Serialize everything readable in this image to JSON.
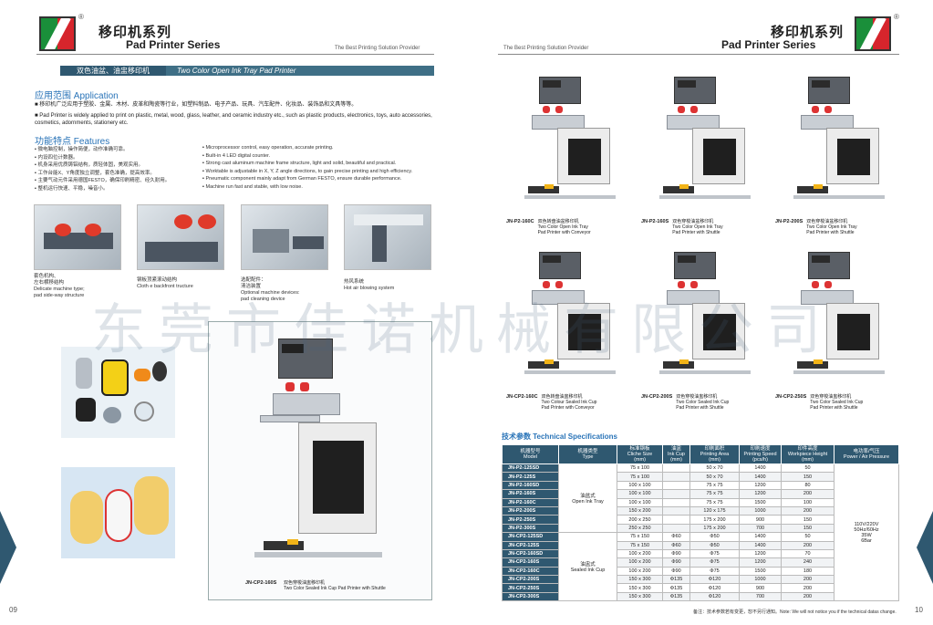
{
  "header_left": {
    "cn": "移印机系列",
    "en": "Pad Printer Series",
    "tagline": "The Best Printing Solution Provider",
    "reg": "®"
  },
  "header_right": {
    "cn": "移印机系列",
    "en": "Pad Printer Series",
    "tagline": "The Best Printing Solution Provider",
    "reg": "®"
  },
  "band": {
    "cn": "双色油盆、油盅移印机",
    "en": "Two Color Open Ink Tray Pad Printer"
  },
  "application": {
    "title_cn": "应用范围",
    "title_en": "Application",
    "cn": "移印机广泛应用于塑胶、金属、木材、皮革和陶瓷等行业，如塑料制品、电子产品、玩具、汽车配件、化妆品、装饰品和文具等等。",
    "en": "Pad Printer is widely applied to print on plastic, metal, wood, glass, leather, and ceramic industry etc., such as plastic products, electronics, toys, auto accessories, cosmetics, adornments, stationery etc."
  },
  "features": {
    "title_cn": "功能特点",
    "title_en": "Features",
    "cn": [
      "微电脑控制，操作简便，动作准确可靠。",
      "内设四位计数器。",
      "机身采用优质铸铝结构，质轻体固，美观实用。",
      "工作台能X、Y角度独立调整，套色准确，提高效率。",
      "主要气动元件采用德国FESTO，确保印刷精密、经久耐用。",
      "整机运行快速、平稳，噪音小。"
    ],
    "en": [
      "Microprocessor control, easy operation, accurate printing.",
      "Built-in 4 LED digital counter.",
      "Strong cast aluminum machine frame structure, light and solid, beautiful and practical.",
      "Worktable is adjustable in X, Y, Z angle directions, to gain precise printing and high efficiency.",
      "Pneumatic component mainly adapt from German FESTO, ensure durable performance.",
      "Machine run fast and stable, with low noise."
    ]
  },
  "details": [
    {
      "cn": "套色机构、\n左右横移结构",
      "en": "Delicate machine type;\npad side-way structure"
    },
    {
      "cn": "钢板顶紧滚动结构",
      "en": "Cloth e backfront tructure"
    },
    {
      "cn": "选配配件：\n清洁装置",
      "en": "Optional machine devices:\npad cleaning device"
    },
    {
      "cn": "热风系统",
      "en": "Hot air blowing system"
    }
  ],
  "featured_machine": {
    "model": "JN-CP2-160S",
    "cn": "双色穿梭油盅移印机",
    "en": "Two Color Sealed Ink Cup Pad Printer with Shuttle"
  },
  "machines": [
    {
      "model": "JN-P2-160C",
      "cn": "双色转盘油盆移印机",
      "en": "Two Color Open Ink Tray\nPad Printer with Conveyor"
    },
    {
      "model": "JN-P2-160S",
      "cn": "双色穿梭油盆移印机",
      "en": "Two Color Open Ink Tray\nPad Printer with Shuttle"
    },
    {
      "model": "JN-P2-200S",
      "cn": "双色穿梭油盆移印机",
      "en": "Two Color Open Ink Tray\nPad Printer with Shuttle"
    },
    {
      "model": "JN-CP2-160C",
      "cn": "双色转盘油盅移印机",
      "en": "Two Colour Sealed Ink Cup\nPad Printer with Conveyor"
    },
    {
      "model": "JN-CP2-200S",
      "cn": "双色穿梭油盅移印机",
      "en": "Two Color Sealed Ink Cup\nPad Printer with Shuttle"
    },
    {
      "model": "JN-CP2-250S",
      "cn": "双色穿梭油盅移印机",
      "en": "Two Color Sealed Ink Cup\nPad Printer with Shuttle"
    }
  ],
  "specs": {
    "title_cn": "技术参数",
    "title_en": "Technical Specifications",
    "headers": [
      {
        "cn": "机器型号",
        "en": "Model"
      },
      {
        "cn": "机器类型",
        "en": "Type"
      },
      {
        "cn": "标准钢板",
        "en": "Cliche Size\n(mm)"
      },
      {
        "cn": "油盅",
        "en": "Ink Cup\n(mm)"
      },
      {
        "cn": "印刷面积",
        "en": "Printing Area\n(mm)"
      },
      {
        "cn": "印刷速度",
        "en": "Printing Speed\n(pcs/h)"
      },
      {
        "cn": "印件高度",
        "en": "Workpiece Height\n(mm)"
      },
      {
        "cn": "电功率/气压",
        "en": "Power / Air Pressure"
      }
    ],
    "type_open_cn": "油盆式",
    "type_open_en": "Open Ink Tray",
    "type_cup_cn": "油盅式",
    "type_cup_en": "Sealed Ink Cup",
    "power": "110V/220V\n50Hz/60Hz\n35W\n6Bar",
    "rows": [
      [
        "JN-P2-125SD",
        "75 x 100",
        "",
        "50 x 70",
        "1400",
        "50"
      ],
      [
        "JN-P2-125S",
        "75 x 100",
        "",
        "50 x 70",
        "1400",
        "150"
      ],
      [
        "JN-P2-160SD",
        "100 x 100",
        "",
        "75 x 75",
        "1200",
        "80"
      ],
      [
        "JN-P2-160S",
        "100 x 100",
        "",
        "75 x 75",
        "1200",
        "200"
      ],
      [
        "JN-P2-160C",
        "100 x 100",
        "",
        "75 x 75",
        "1500",
        "100"
      ],
      [
        "JN-P2-200S",
        "150 x 200",
        "",
        "120 x 175",
        "1000",
        "200"
      ],
      [
        "JN-P2-250S",
        "200 x 250",
        "",
        "175 x 200",
        "900",
        "150"
      ],
      [
        "JN-P2-300S",
        "250 x 250",
        "",
        "175 x 200",
        "700",
        "150"
      ],
      [
        "JN-CP2-125SD",
        "75 x 150",
        "Φ60",
        "Φ50",
        "1400",
        "50"
      ],
      [
        "JN-CP2-125S",
        "75 x 150",
        "Φ60",
        "Φ50",
        "1400",
        "200"
      ],
      [
        "JN-CP2-160SD",
        "100 x 200",
        "Φ90",
        "Φ75",
        "1200",
        "70"
      ],
      [
        "JN-CP2-160S",
        "100 x 200",
        "Φ90",
        "Φ75",
        "1200",
        "240"
      ],
      [
        "JN-CP2-160C",
        "100 x 200",
        "Φ90",
        "Φ75",
        "1500",
        "180"
      ],
      [
        "JN-CP2-200S",
        "150 x 300",
        "Φ135",
        "Φ120",
        "1000",
        "200"
      ],
      [
        "JN-CP2-250S",
        "150 x 300",
        "Φ135",
        "Φ120",
        "900",
        "200"
      ],
      [
        "JN-CP2-300S",
        "150 x 300",
        "Φ135",
        "Φ120",
        "700",
        "200"
      ]
    ]
  },
  "note": "备注：技术参数若有变更，恕不另行通知。Note: We will not notice you if the technical datas change.",
  "watermark": "东莞市佳诺机械有限公司",
  "page_left": "09",
  "page_right": "10"
}
